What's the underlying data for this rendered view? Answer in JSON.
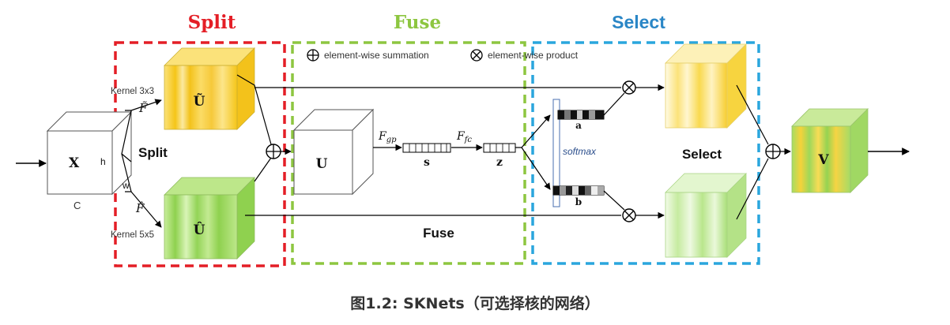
{
  "colors": {
    "split": "#e41e26",
    "fuse": "#8dc640",
    "select": "#2aa6dd",
    "yellow": "#f7c91b",
    "green": "#8fd14f"
  },
  "sections": {
    "split": {
      "title": "Split",
      "inner": "Split"
    },
    "fuse": {
      "title": "Fuse",
      "inner": "Fuse"
    },
    "select": {
      "title": "Select",
      "inner": "Select"
    }
  },
  "legend": {
    "sum": "element-wise summation",
    "product": "element-wise product"
  },
  "blocks": {
    "x": "X",
    "x_h": "h",
    "x_w": "w",
    "x_c": "C",
    "u_tilde": "Ũ",
    "u_hat": "Û",
    "u": "U",
    "v": "V",
    "s": "s",
    "z": "z",
    "a": "a",
    "b": "b"
  },
  "labels": {
    "kernel3": "Kernel 3x3",
    "kernel5": "Kernel 5x5",
    "f_tilde": "F̃",
    "f_hat": "F̂",
    "fgp": "F",
    "fgp_sub": "gp",
    "ffc": "F",
    "ffc_sub": "fc",
    "softmax": "softmax"
  },
  "caption": "图1.2: SKNets（可选择核的网络）"
}
